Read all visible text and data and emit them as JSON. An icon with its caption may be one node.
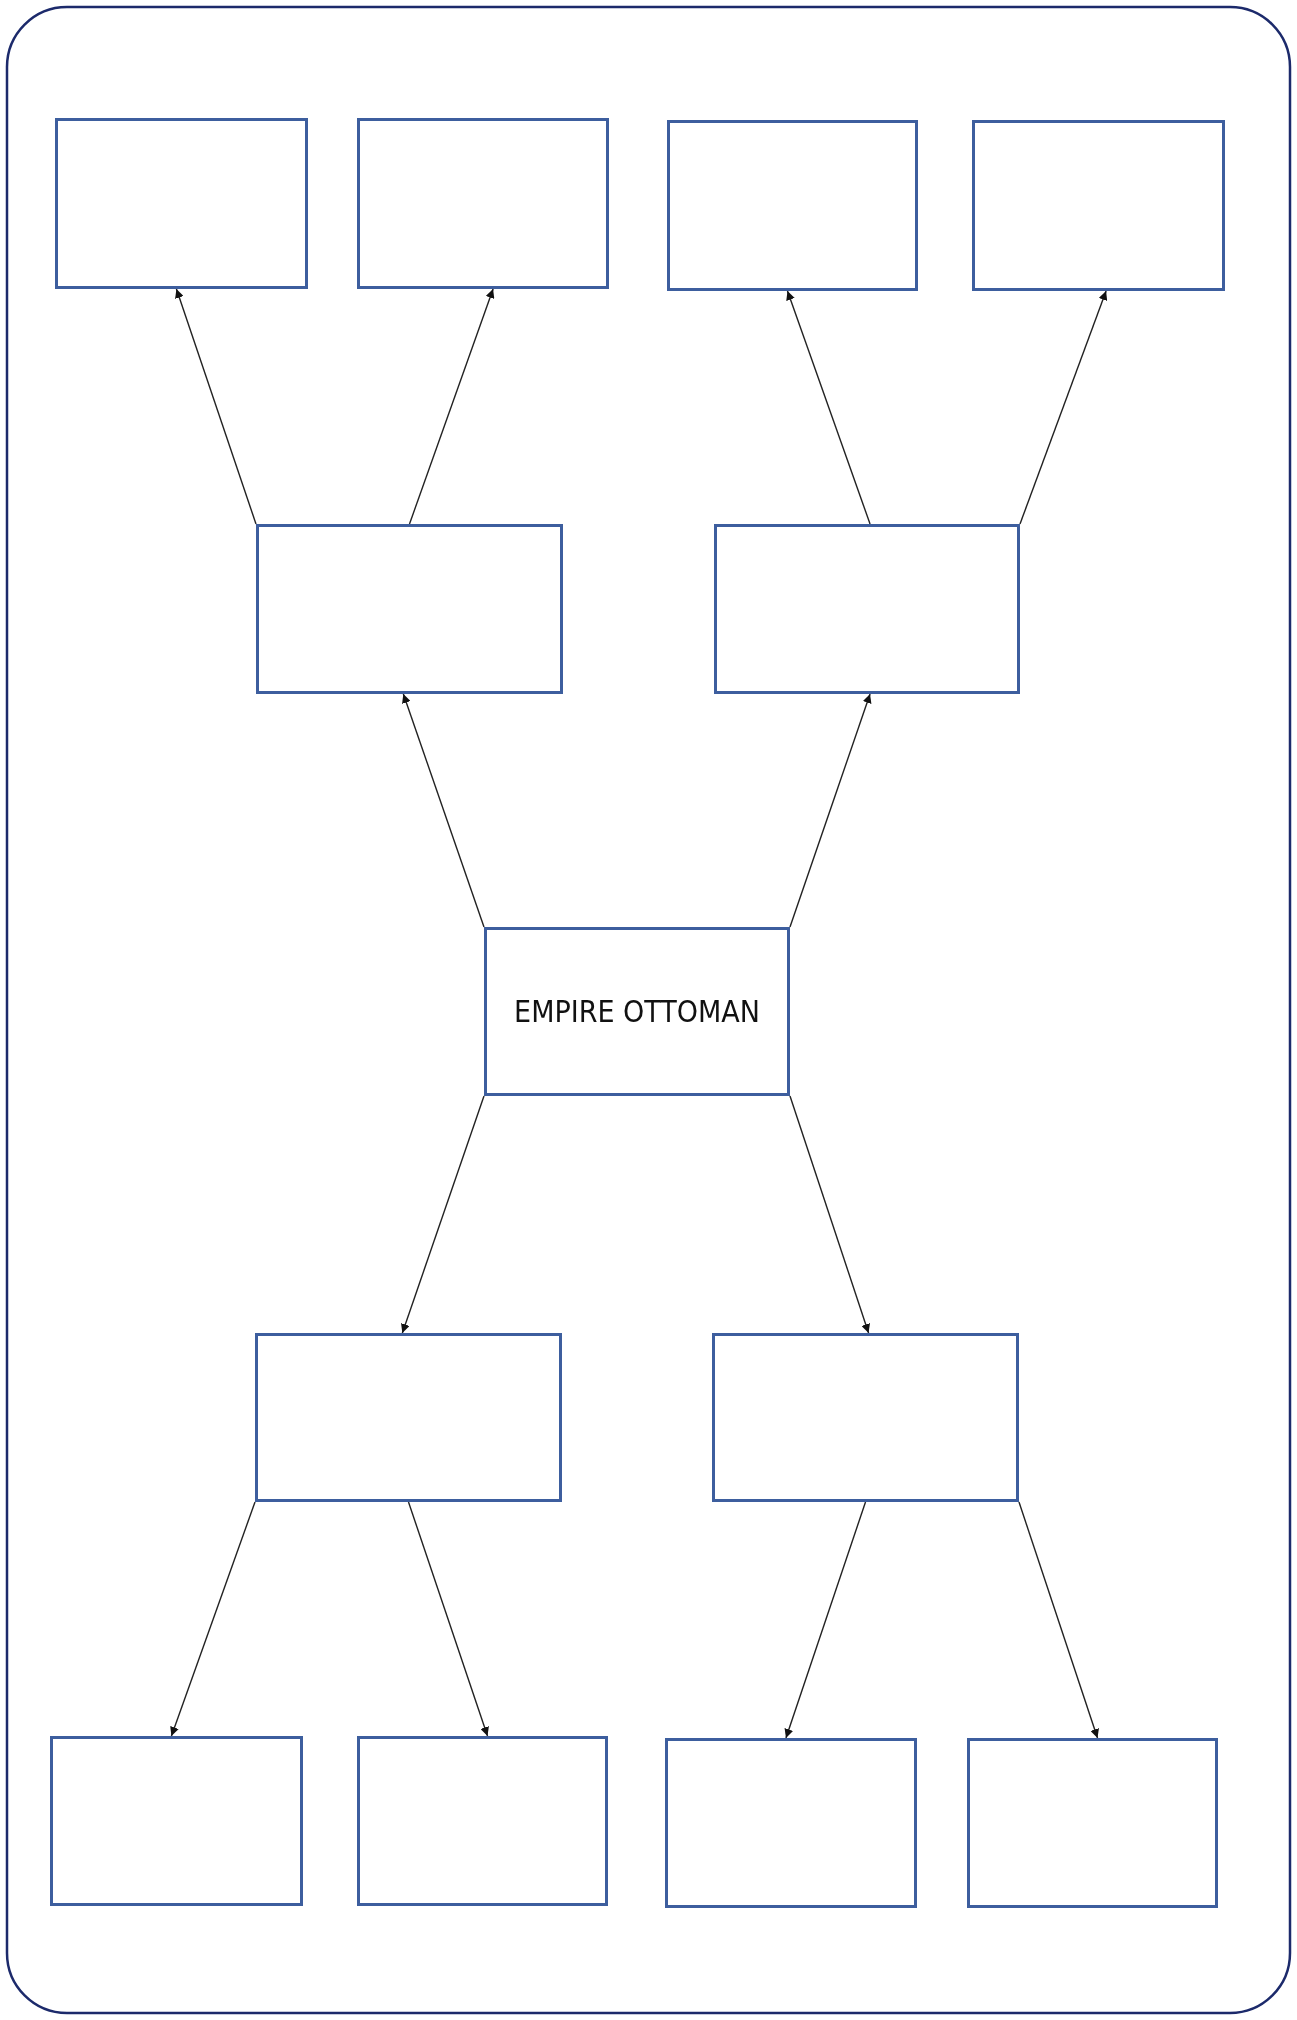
{
  "diagram": {
    "nodes": [
      {
        "text": [],
        "shape": "box"
      },
      {
        "text": [],
        "shape": "box"
      },
      {
        "text": [],
        "shape": "box"
      },
      {
        "text": [],
        "shape": "box"
      },
      {
        "text": [],
        "shape": "box"
      },
      {
        "text": [],
        "shape": "box"
      },
      {
        "text": [
          "EMPIRE OTTOMAN"
        ]
      },
      {
        "text": [],
        "shape": "box"
      },
      {
        "text": [],
        "shape": "box"
      },
      {
        "text": [],
        "shape": "box"
      },
      {
        "text": [],
        "shape": "box"
      },
      {
        "text": [],
        "shape": "box"
      },
      {
        "text": [],
        "shape": "box"
      }
    ],
    "edges": [
      {
        "from": 6,
        "to": 4,
        "arrow": "to"
      },
      {
        "from": 6,
        "to": 5,
        "arrow": "to"
      },
      {
        "from": 4,
        "to": 0,
        "arrow": "to"
      },
      {
        "from": 4,
        "to": 1,
        "arrow": "to"
      },
      {
        "from": 5,
        "to": 2,
        "arrow": "to"
      },
      {
        "from": 5,
        "to": 3,
        "arrow": "to"
      },
      {
        "from": 6,
        "to": 7,
        "arrow": "to"
      },
      {
        "from": 6,
        "to": 8,
        "arrow": "to"
      },
      {
        "from": 7,
        "to": 9,
        "arrow": "to"
      },
      {
        "from": 7,
        "to": 10,
        "arrow": "to"
      },
      {
        "from": 8,
        "to": 11,
        "arrow": "to"
      },
      {
        "from": 8,
        "to": 12,
        "arrow": "to"
      }
    ]
  }
}
